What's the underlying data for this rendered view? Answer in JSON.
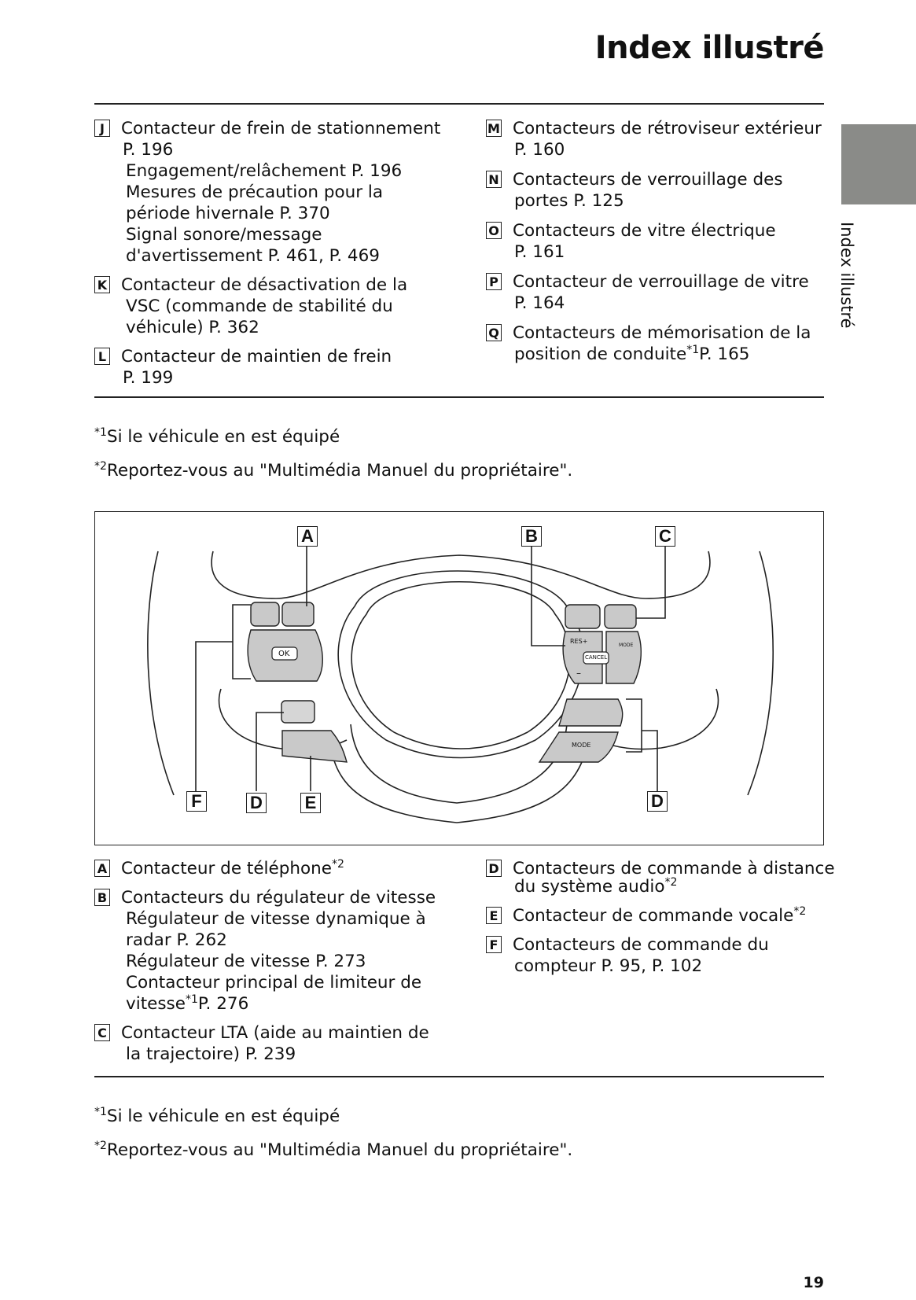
{
  "header": {
    "title": "Index illustré",
    "side_tab": "Index illustré"
  },
  "top_left": [
    {
      "key": "J",
      "lines": [
        "Contacteur de frein de stationnement",
        "P. 196",
        "Engagement/relâchement P. 196",
        "Mesures de précaution pour la",
        "période hivernale P. 370",
        "Signal sonore/message",
        "d'avertissement P. 461, P. 469"
      ]
    },
    {
      "key": "K",
      "lines": [
        "Contacteur de désactivation de la",
        "VSC (commande de stabilité du",
        "véhicule) P. 362"
      ]
    },
    {
      "key": "L",
      "lines": [
        "Contacteur de maintien de frein",
        "P. 199"
      ]
    }
  ],
  "top_right": [
    {
      "key": "M",
      "lines": [
        "Contacteurs de rétroviseur extérieur",
        "P. 160"
      ]
    },
    {
      "key": "N",
      "lines": [
        "Contacteurs de verrouillage des",
        "portes P. 125"
      ]
    },
    {
      "key": "O",
      "lines": [
        "Contacteurs de vitre électrique",
        "P. 161"
      ]
    },
    {
      "key": "P",
      "lines": [
        "Contacteur de verrouillage de vitre",
        "P. 164"
      ]
    },
    {
      "key": "Q",
      "first": "Contacteurs de mémorisation de la",
      "pre": "position de conduite",
      "sup": "*1",
      "post": "P. 165"
    }
  ],
  "footnotes1": {
    "f1_mark": "*1",
    "f1": "Si le véhicule en est équipé",
    "f2_mark": "*2",
    "f2": "Reportez-vous au \"Multimédia Manuel du propriétaire\"."
  },
  "diagram": {
    "callouts": {
      "A": "A",
      "B": "B",
      "C": "C",
      "F": "F",
      "D1": "D",
      "E": "E",
      "D2": "D"
    },
    "labels": {
      "ok": "OK",
      "res": "RES+",
      "cancel": "CANCEL",
      "minus": "–",
      "mode_top": "MODE",
      "mode": "MODE"
    }
  },
  "bottom_left": {
    "A": {
      "key": "A",
      "text": "Contacteur de téléphone",
      "sup": "*2"
    },
    "B": {
      "key": "B",
      "lines": [
        "Contacteurs du régulateur de vitesse",
        "Régulateur de vitesse dynamique à",
        "radar P. 262",
        "Régulateur de vitesse P. 273",
        "Contacteur principal de limiteur de"
      ],
      "last_pre": "vitesse",
      "last_sup": "*1",
      "last_post": "P. 276"
    },
    "C": {
      "key": "C",
      "lines": [
        "Contacteur LTA (aide au maintien de",
        "la trajectoire) P. 239"
      ]
    }
  },
  "bottom_right": {
    "D": {
      "key": "D",
      "line1": "Contacteurs de commande à distance",
      "line2": "du système audio",
      "sup": "*2"
    },
    "E": {
      "key": "E",
      "text": "Contacteur de commande vocale",
      "sup": "*2"
    },
    "F": {
      "key": "F",
      "lines": [
        "Contacteurs de commande du",
        "compteur P. 95, P. 102"
      ]
    }
  },
  "footnotes2": {
    "f1_mark": "*1",
    "f1": "Si le véhicule en est équipé",
    "f2_mark": "*2",
    "f2": "Reportez-vous au \"Multimédia Manuel du propriétaire\"."
  },
  "page_number": "19"
}
